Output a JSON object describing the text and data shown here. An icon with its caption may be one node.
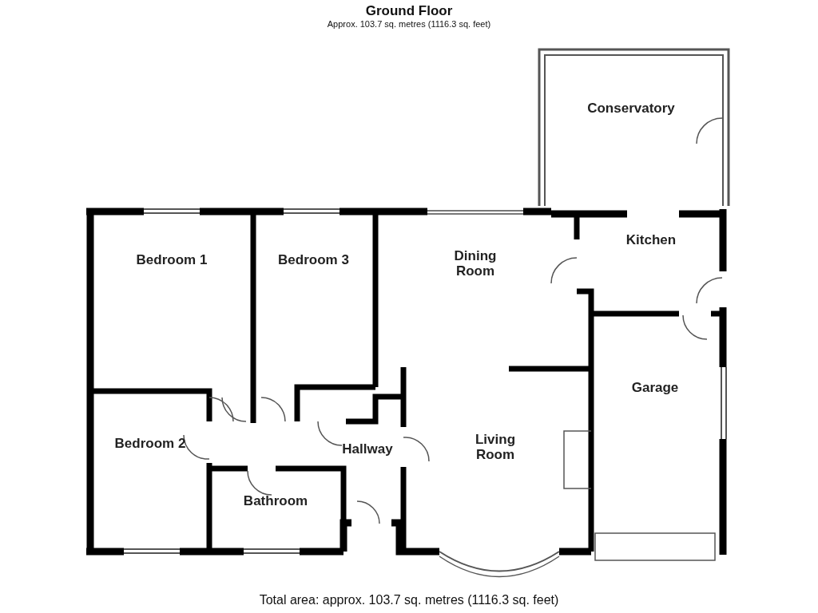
{
  "diagram": {
    "title": "Ground Floor",
    "caption": "Total area: approx. 103.7 sq. metres (1116.3 sq. feet)",
    "nodes": [
      {
        "text": [
          "Conservatory"
        ]
      },
      {
        "text": [
          "Bedroom 1"
        ]
      },
      {
        "text": [
          "Bedroom 3"
        ]
      },
      {
        "text": [
          "Dining Room"
        ]
      },
      {
        "text": [
          "Kitchen"
        ]
      },
      {
        "text": [
          "Garage"
        ]
      },
      {
        "text": [
          "Bedroom 2"
        ]
      },
      {
        "text": [
          "Hallway"
        ]
      },
      {
        "text": [
          "Living Room"
        ]
      },
      {
        "text": [
          "Bathroom"
        ]
      }
    ],
    "edges": [],
    "labels": [
      "Approx. 103.7 sq. metres (1116.3 sq. feet)"
    ]
  }
}
